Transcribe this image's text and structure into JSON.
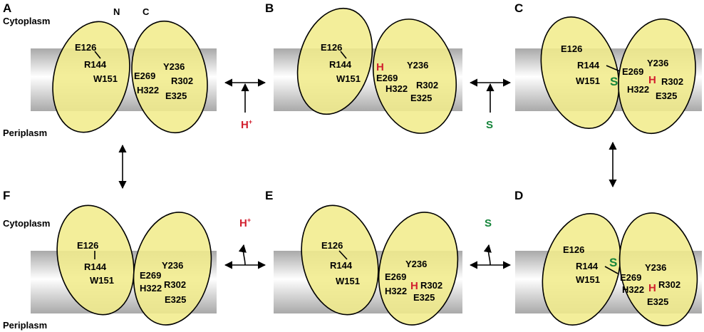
{
  "side_labels": {
    "cytoplasm": "Cytoplasm",
    "periplasm": "Periplasm"
  },
  "terminal_labels": {
    "n": "N",
    "c": "C"
  },
  "panels": {
    "A": {
      "letter": "A"
    },
    "B": {
      "letter": "B",
      "h": "H"
    },
    "C": {
      "letter": "C",
      "h": "H",
      "s": "S"
    },
    "D": {
      "letter": "D",
      "h": "H",
      "s": "S"
    },
    "E": {
      "letter": "E",
      "h": "H"
    },
    "F": {
      "letter": "F"
    }
  },
  "residues": {
    "E126": "E126",
    "R144": "R144",
    "W151": "W151",
    "E269": "E269",
    "H322": "H322",
    "Y236": "Y236",
    "R302": "R302",
    "E325": "E325"
  },
  "transitions": {
    "proton": "H",
    "proton_sup": "+",
    "substrate": "S"
  },
  "colors": {
    "helix_fill": "#f1ec8c",
    "membrane_mid": "#ffffff",
    "membrane_edge": "#a8a8a8",
    "proton_red": "#d2202f",
    "substrate_green": "#14843a"
  }
}
